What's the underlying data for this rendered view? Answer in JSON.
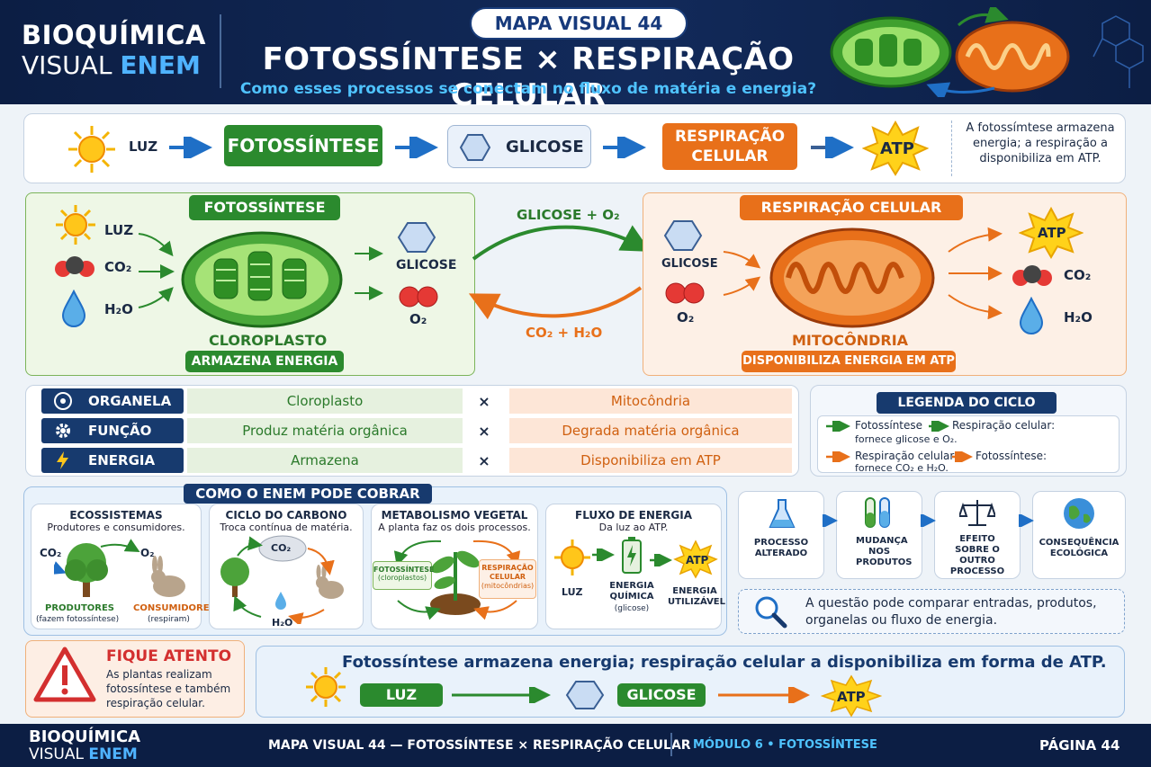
{
  "header": {
    "brand_line1": "BIOQUÍMICA",
    "brand_visual": "VISUAL",
    "brand_enem": "ENEM",
    "pill": "MAPA VISUAL 44",
    "title": "FOTOSSÍNTESE × RESPIRAÇÃO CELULAR",
    "subtitle": "Como esses processos se conectam no fluxo de matéria e energia?"
  },
  "flow": {
    "luz": "LUZ",
    "fotossintese": "FOTOSSÍNTESE",
    "glicose": "GLICOSE",
    "respiracao_l1": "RESPIRAÇÃO",
    "respiracao_l2": "CELULAR",
    "atp": "ATP",
    "note": "A fotossímtese armazena energia; a respiração a disponibiliza em ATP."
  },
  "photo_panel": {
    "title": "FOTOSSÍNTESE",
    "in_luz": "LUZ",
    "in_co2": "CO₂",
    "in_h2o": "H₂O",
    "out_glicose": "GLICOSE",
    "out_o2": "O₂",
    "organelle": "CLOROPLASTO",
    "badge": "ARMAZENA ENERGIA"
  },
  "middle": {
    "top_label": "GLICOSE + O₂",
    "bottom_label": "CO₂ + H₂O"
  },
  "resp_panel": {
    "title": "RESPIRAÇÃO CELULAR",
    "in_glicose": "GLICOSE",
    "in_o2": "O₂",
    "out_atp": "ATP",
    "out_co2": "CO₂",
    "out_h2o": "H₂O",
    "organelle": "MITOCÔNDRIA",
    "badge": "DISPONIBILIZA ENERGIA EM ATP"
  },
  "compare": {
    "rows": [
      {
        "head": "ORGANELA",
        "left": "Cloroplasto",
        "x": "×",
        "right": "Mitocôndria"
      },
      {
        "head": "FUNÇÃO",
        "left": "Produz matéria orgânica",
        "x": "×",
        "right": "Degrada matéria orgânica"
      },
      {
        "head": "ENERGIA",
        "left": "Armazena",
        "x": "×",
        "right": "Disponibiliza em ATP"
      }
    ]
  },
  "legend": {
    "title": "LEGENDA DO CICLO",
    "g1_a": "Fotossíntese",
    "g1_b": "Respiração celular:",
    "g1_desc": "fornece glicose e O₂.",
    "o1_a": "Respiração celular",
    "o1_b": "Fotossíntese:",
    "o1_desc": "fornece CO₂ e H₂O."
  },
  "enem": {
    "title": "COMO O ENEM PODE COBRAR",
    "c1": {
      "title": "ECOSSISTEMAS",
      "sub": "Produtores e consumidores.",
      "co2": "CO₂",
      "o2": "O₂",
      "prod": "PRODUTORES",
      "prod_sub": "(fazem fotossíntese)",
      "cons": "CONSUMIDORES",
      "cons_sub": "(respiram)"
    },
    "c2": {
      "title": "CICLO DO CARBONO",
      "sub": "Troca contínua de matéria.",
      "co2": "CO₂",
      "h2o": "H₂O"
    },
    "c3": {
      "title": "METABOLISMO VEGETAL",
      "sub": "A planta faz os dois processos.",
      "left": "FOTOSSÍNTESE",
      "left_sub": "(cloroplastos)",
      "right": "RESPIRAÇÃO CELULAR",
      "right_sub": "(mitocôndrias)"
    },
    "c4": {
      "title": "FLUXO DE ENERGIA",
      "sub": "Da luz ao ATP.",
      "luz": "LUZ",
      "quim": "ENERGIA QUÍMICA",
      "quim_sub": "(glicose)",
      "atp": "ATP",
      "util": "ENERGIA UTILIZÁVEL"
    }
  },
  "process": {
    "steps": [
      "PROCESSO ALTERADO",
      "MUDANÇA NOS PRODUTOS",
      "EFEITO SOBRE O OUTRO PROCESSO",
      "CONSEQUÊNCIA ECOLÓGICA"
    ],
    "note": "A questão pode comparar entradas, produtos, organelas ou fluxo de energia."
  },
  "alert": {
    "title": "FIQUE ATENTO",
    "text": "As plantas realizam fotossíntese e também respiração celular."
  },
  "summary": {
    "text": "Fotossíntese armazena energia; respiração celular a disponibiliza em forma de ATP.",
    "luz": "LUZ",
    "glicose": "GLICOSE",
    "atp": "ATP"
  },
  "footer": {
    "brand1": "BIOQUÍMICA",
    "brand_visual": "VISUAL",
    "brand_enem": "ENEM",
    "center": "MAPA VISUAL 44 — FOTOSSÍNTESE × RESPIRAÇÃO CELULAR",
    "module": "MÓDULO 6 • FOTOSSÍNTESE",
    "page": "PÁGINA 44"
  },
  "colors": {
    "navy": "#0c1e44",
    "green": "#2b8a2e",
    "orange": "#e8701a",
    "blue": "#1f6fc6"
  }
}
